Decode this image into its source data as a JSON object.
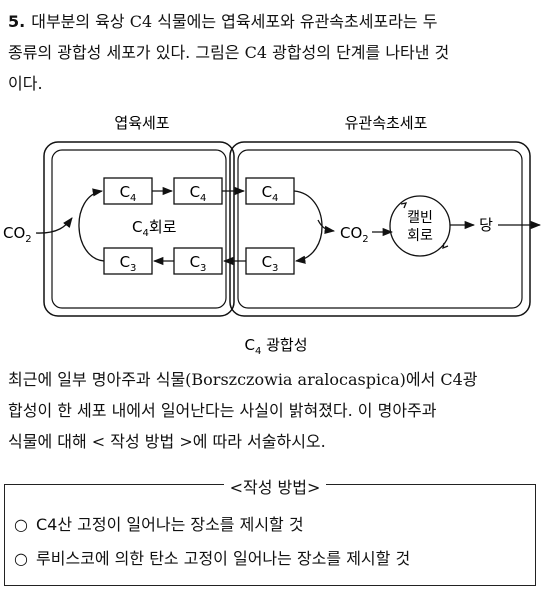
{
  "question": {
    "number": "5.",
    "line1": "대부분의 육상 C4 식물에는 엽육세포와 유관속초세포라는 두",
    "line2": "종류의 광합성 세포가 있다. 그림은 C4 광합성의 단계를 나타낸 것",
    "line3": "이다."
  },
  "diagram": {
    "left_cell_label": "엽육세포",
    "right_cell_label": "유관속초세포",
    "co2_in": "CO2",
    "co2_mid": "CO2",
    "c4_cycle_label": "C4회로",
    "calvin_line1": "캘빈",
    "calvin_line2": "회로",
    "sugar": "당",
    "box_c4": "C4",
    "box_c3": "C3",
    "caption": "C4 광합성"
  },
  "paragraph": {
    "line1": "최근에 일부 명아주과 식물(Borszczowia aralocaspica)에서 C4광",
    "line2": "합성이 한 세포 내에서 일어난다는 사실이 밝혀졌다. 이 명아주과",
    "line3": "식물에 대해 < 작성 방법 >에 따라 서술하시오."
  },
  "method": {
    "title": "<작성  방법>",
    "bullet": "○",
    "item1": "C4산 고정이 일어나는 장소를 제시할 것",
    "item2": "루비스코에 의한 탄소 고정이 일어나는 장소를 제시할 것"
  }
}
